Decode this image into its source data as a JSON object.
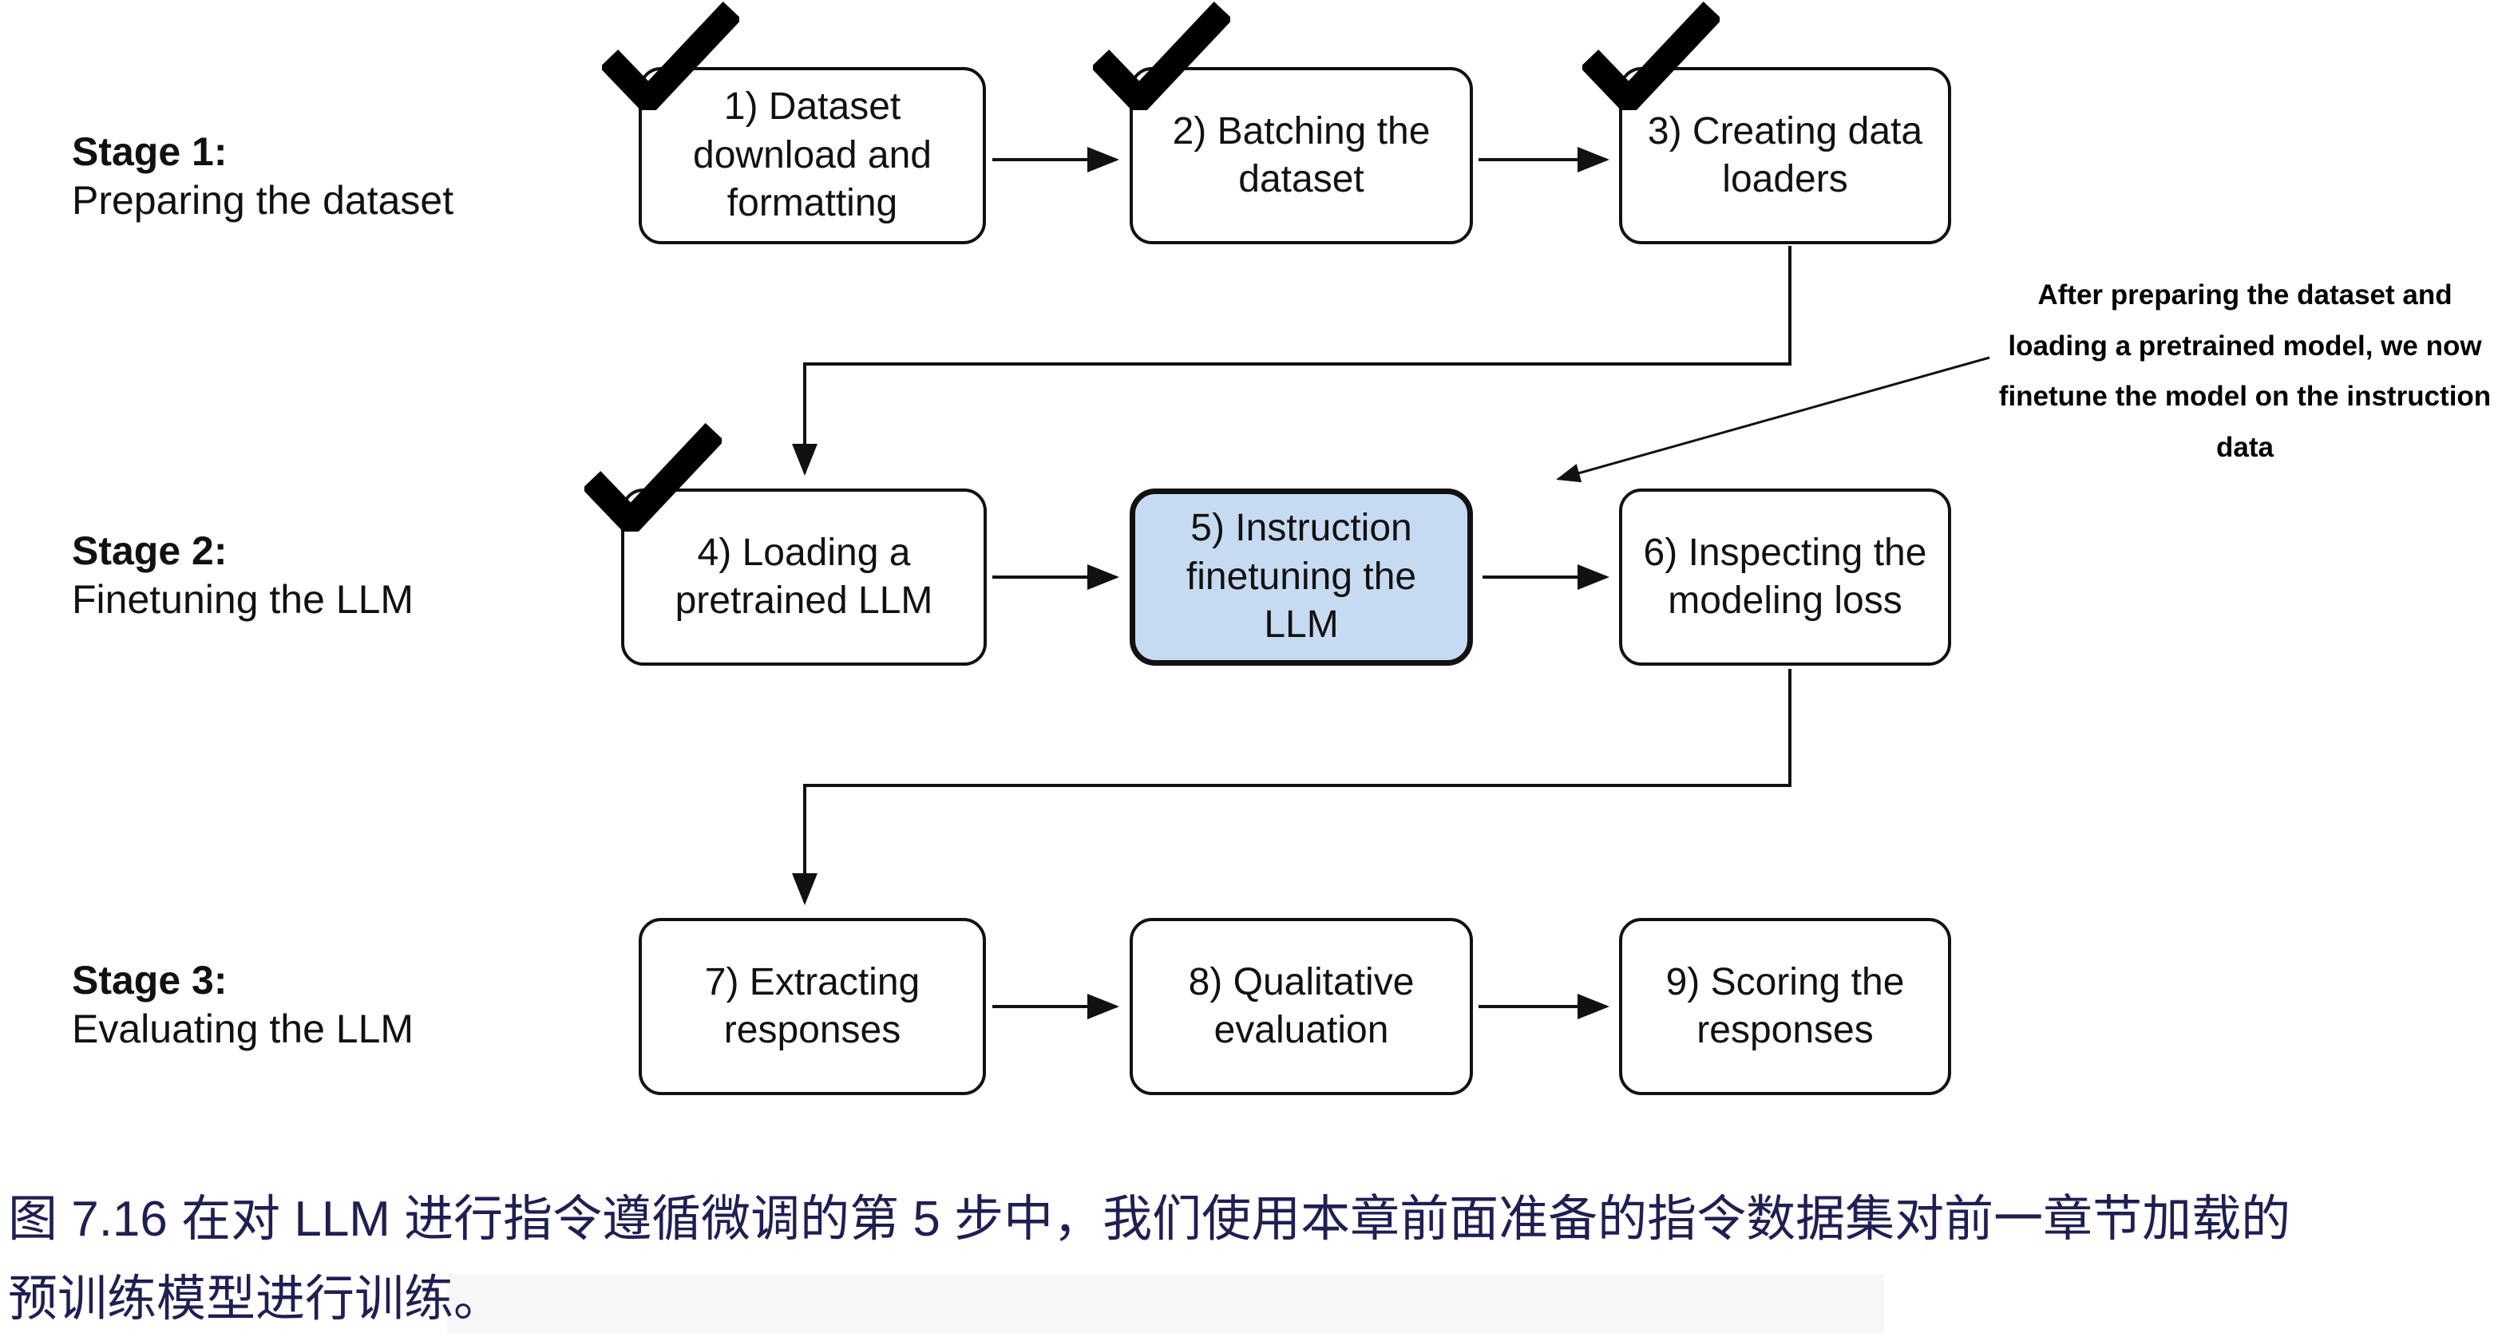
{
  "figure": {
    "stages": [
      {
        "title": "Stage 1:",
        "subtitle": "Preparing the dataset"
      },
      {
        "title": "Stage 2:",
        "subtitle": "Finetuning the LLM"
      },
      {
        "title": "Stage 3:",
        "subtitle": "Evaluating the LLM"
      }
    ],
    "boxes": [
      {
        "label": "1) Dataset download and formatting",
        "checked": true,
        "highlighted": false
      },
      {
        "label": "2) Batching the dataset",
        "checked": true,
        "highlighted": false
      },
      {
        "label": "3) Creating data loaders",
        "checked": true,
        "highlighted": false
      },
      {
        "label": "4) Loading a pretrained LLM",
        "checked": true,
        "highlighted": false
      },
      {
        "label": "5) Instruction finetuning the LLM",
        "checked": false,
        "highlighted": true
      },
      {
        "label": "6) Inspecting the modeling loss",
        "checked": false,
        "highlighted": false
      },
      {
        "label": "7) Extracting responses",
        "checked": false,
        "highlighted": false
      },
      {
        "label": "8) Qualitative evaluation",
        "checked": false,
        "highlighted": false
      },
      {
        "label": "9) Scoring the responses",
        "checked": false,
        "highlighted": false
      }
    ],
    "annotation": "After preparing the dataset and loading a pretrained model, we now finetune the model on the instruction data",
    "caption": {
      "line1": "图 7.16 在对 LLM 进行指令遵循微调的第 5 步中，我们使用本章前面准备的指令数据集对前一章节加载的",
      "line2": "预训练模型进行训练。"
    }
  },
  "colors": {
    "highlight_fill": "#c6dbf1",
    "line": "#111111",
    "caption_text": "#1f1f52"
  }
}
